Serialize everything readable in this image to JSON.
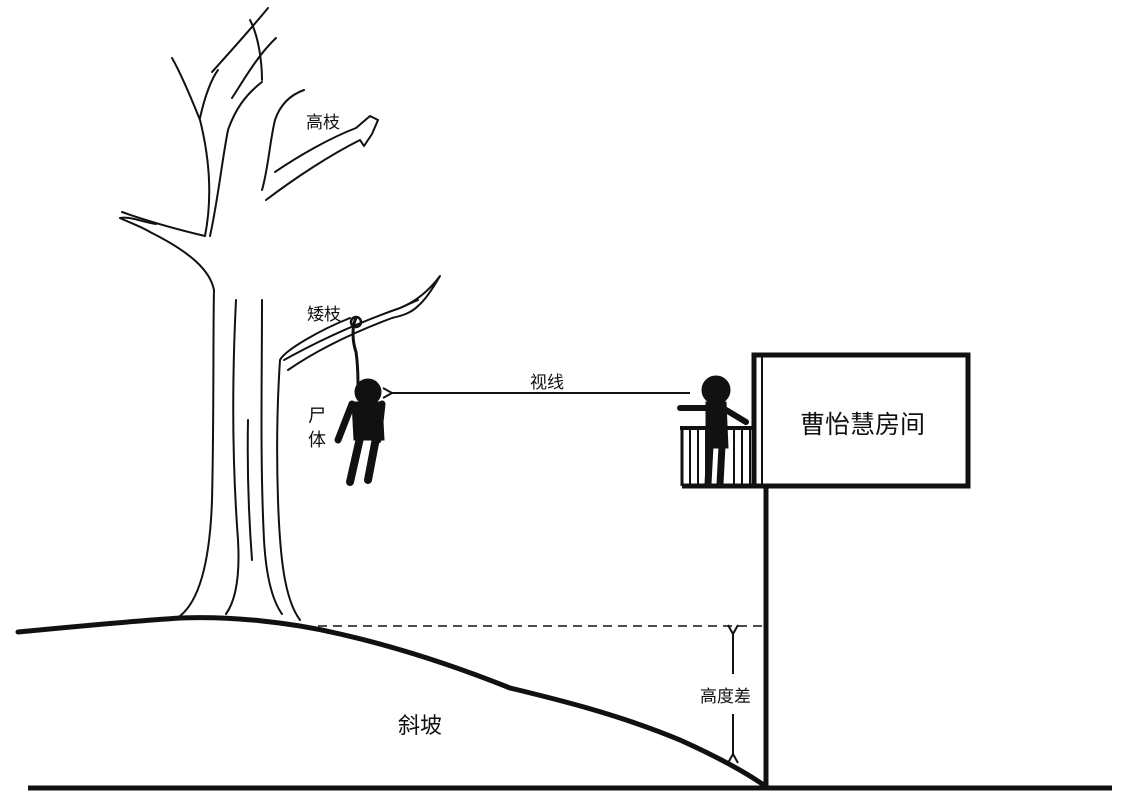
{
  "labels": {
    "high_branch": "高枝",
    "low_branch": "矮枝",
    "body_chars": [
      "尸",
      "体"
    ],
    "line_of_sight": "视线",
    "room": "曹怡慧房间",
    "height_diff": "高度差",
    "slope": "斜坡"
  },
  "colors": {
    "ink": "#111111",
    "background": "#ffffff"
  }
}
